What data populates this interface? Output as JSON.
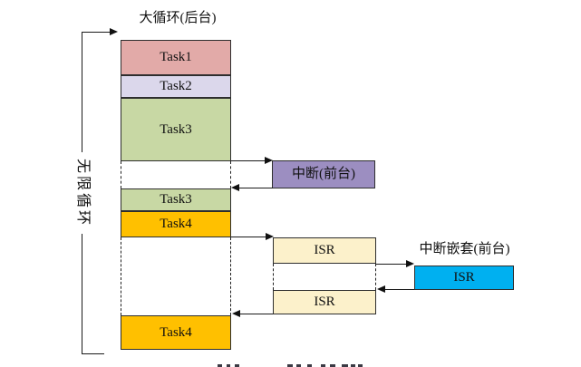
{
  "diagram": {
    "title": "大循环(后台)",
    "loop_label": "无限循环",
    "interrupt_box": {
      "label": "中断(前台)",
      "color": "#9C8EC1"
    },
    "nested_title": "中断嵌套(前台)",
    "nested_isr": {
      "label": "ISR",
      "color": "#00B0F0"
    },
    "tasks": [
      {
        "label": "Task1",
        "color": "#E2AAA8"
      },
      {
        "label": "Task2",
        "color": "#DBD7EB"
      },
      {
        "label": "Task3",
        "color": "#C8D8A4"
      },
      {
        "label": "Task3",
        "color": "#C8D8A4"
      },
      {
        "label": "Task4",
        "color": "#FFC000"
      },
      {
        "label": "Task4",
        "color": "#FFC000"
      }
    ],
    "isr_boxes": [
      {
        "label": "ISR",
        "color": "#FCF1CB"
      },
      {
        "label": "ISR",
        "color": "#FCF1CB"
      }
    ],
    "colors": {
      "line": "#1a1a1a",
      "border": "#2e2e2e"
    }
  }
}
